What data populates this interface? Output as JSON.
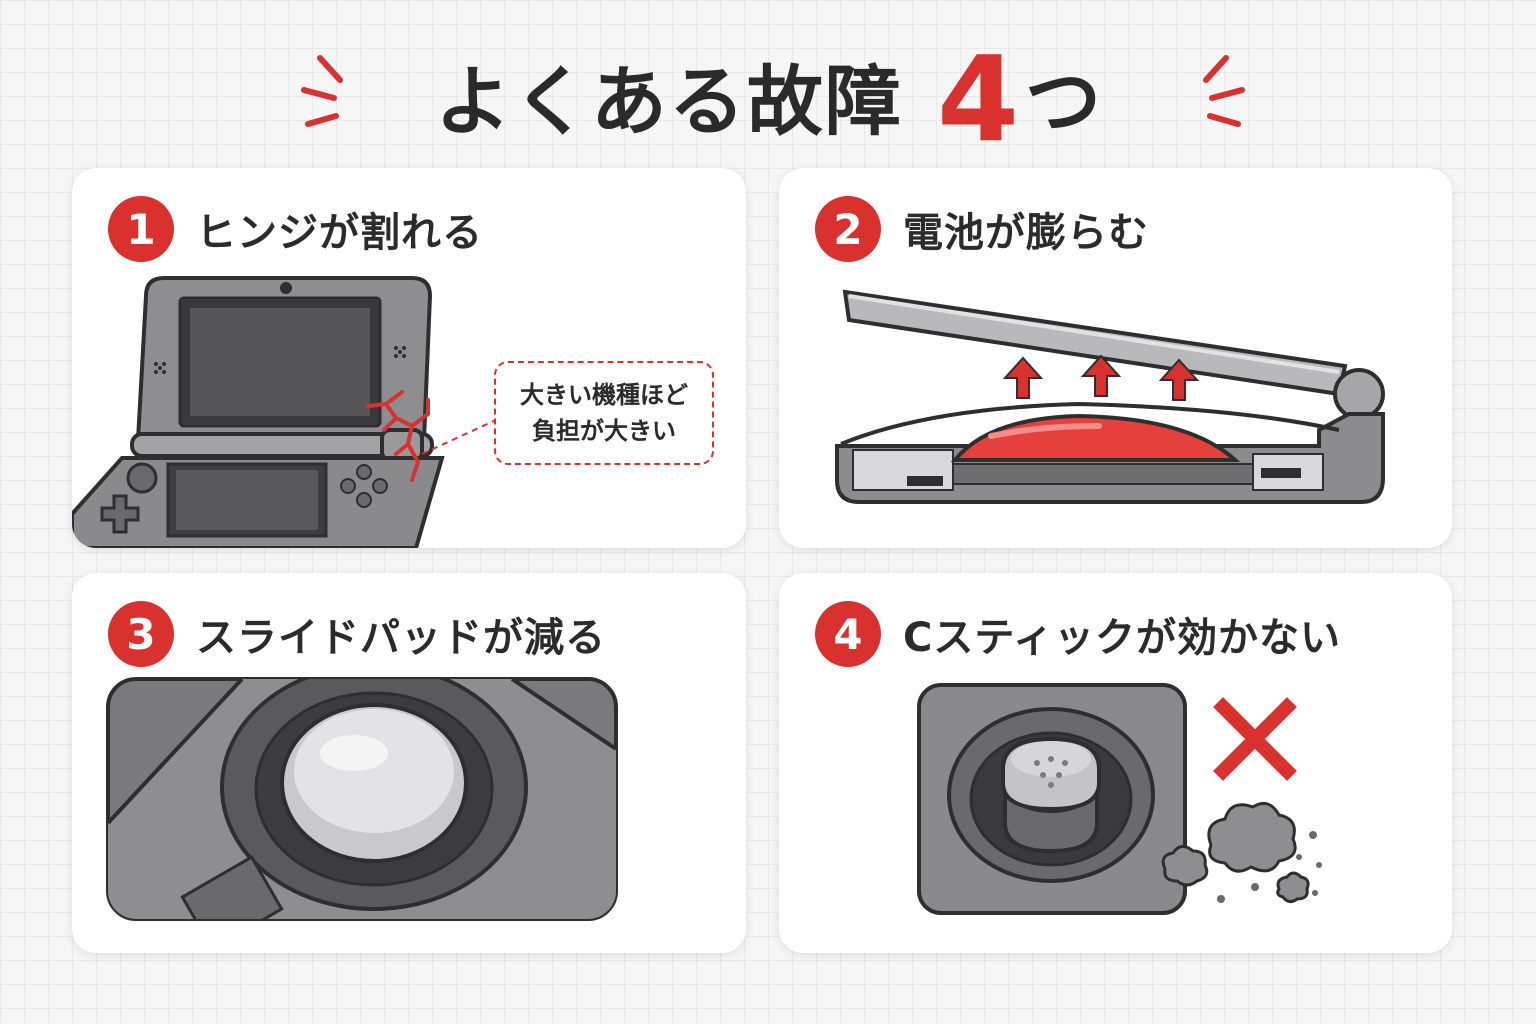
{
  "headline": {
    "text": "よくある故障",
    "number": "4",
    "suffix": "つ"
  },
  "cards": [
    {
      "number": "1",
      "title": "ヒンジが割れる",
      "callout": {
        "line1": "大きい機種ほど",
        "line2": "負担が大きい"
      }
    },
    {
      "number": "2",
      "title": "電池が膨らむ"
    },
    {
      "number": "3",
      "title": "スライドパッドが減る"
    },
    {
      "number": "4",
      "title": "Cスティックが効かない"
    }
  ],
  "colors": {
    "accent": "#d8312e",
    "text": "#2b2b2b",
    "device_body": "#8a8a8d",
    "device_dark": "#3e3e41",
    "battery": "#e5403b"
  },
  "icons": [
    "crack-icon",
    "up-arrow-icon",
    "cross-icon",
    "dust-cloud-icon"
  ]
}
